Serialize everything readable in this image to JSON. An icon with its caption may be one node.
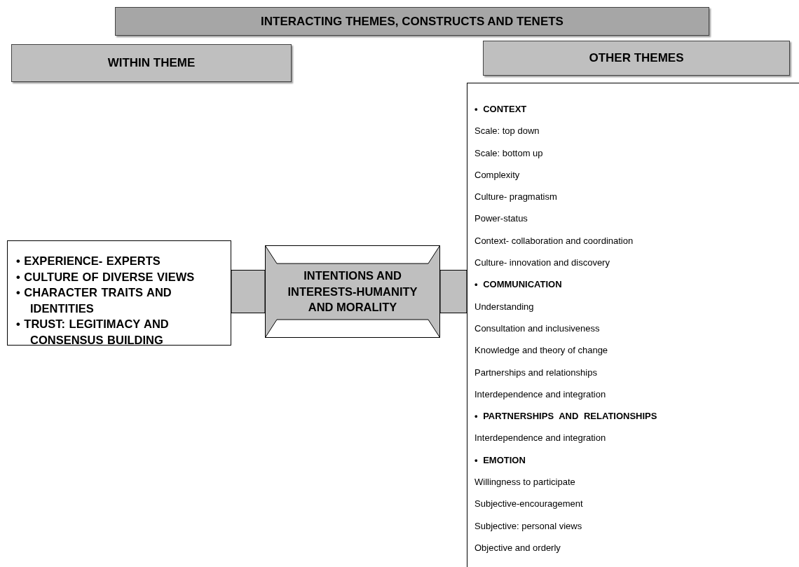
{
  "diagram": {
    "nodes": [
      {
        "text": [
          "INTERACTING THEMES, CONSTRUCTS AND TENETS"
        ]
      },
      {
        "text": [
          "WITHIN THEME"
        ]
      },
      {
        "text": [
          "OTHER THEMES"
        ]
      },
      {
        "text": [
          "• EXPERIENCE- EXPERTS",
          "• CULTURE OF DIVERSE VIEWS",
          "• CHARACTER TRAITS AND IDENTITIES",
          "• TRUST: LEGITIMACY AND CONSENSUS BUILDING"
        ]
      },
      {
        "text": [
          "INTENTIONS AND INTERESTS-HUMANITY AND MORALITY"
        ]
      },
      {
        "text": [
          "• CONTEXT",
          "Scale: top down",
          "Scale: bottom up",
          "Complexity",
          "Culture- pragmatism",
          "Power-status",
          "Context- collaboration and coordination",
          "Culture- innovation and discovery",
          "• COMMUNICATION",
          "Understanding",
          "Consultation and inclusiveness",
          "Knowledge and theory of change",
          "Partnerships and relationships",
          "Interdependence and integration",
          "• PARTNERSHIPS AND RELATIONSHIPS",
          "Interdependence and integration",
          "• EMOTION",
          "Willingness to participate",
          "Subjective-encouragement",
          "Subjective: personal views",
          "Objective and orderly"
        ]
      }
    ],
    "edges": [
      {
        "from": 3,
        "to": 4,
        "arrow": "none",
        "style": "thick"
      },
      {
        "from": 4,
        "to": 5,
        "arrow": "none",
        "style": "thick"
      }
    ]
  }
}
